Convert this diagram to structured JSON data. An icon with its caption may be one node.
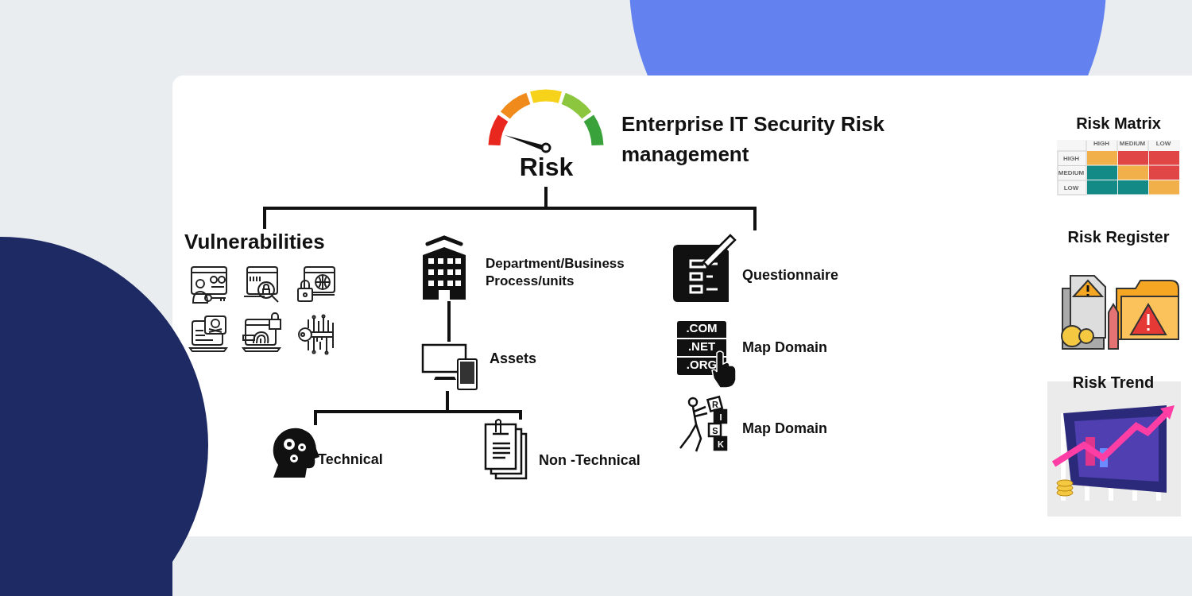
{
  "diagram": {
    "title": "Enterprise IT Security Risk management",
    "nodes": [
      {
        "text": [
          "Risk"
        ]
      },
      {
        "text": [
          "Vulnerabilities"
        ]
      },
      {
        "text": [
          "Department/Business Process/units"
        ]
      },
      {
        "text": [
          "Questionnaire"
        ]
      },
      {
        "text": [
          "Assets"
        ]
      },
      {
        "text": [
          "Technical"
        ]
      },
      {
        "text": [
          "Non -Technical"
        ]
      },
      {
        "text": [
          "Map Domain"
        ]
      },
      {
        "text": [
          "Map Domain"
        ]
      },
      {
        "text": [
          "Risk Matrix"
        ]
      },
      {
        "text": [
          "Risk Register"
        ]
      },
      {
        "text": [
          "Risk Trend"
        ]
      }
    ],
    "edges": [
      {
        "from": 0,
        "to": 1,
        "arrow": "none"
      },
      {
        "from": 0,
        "to": 3,
        "arrow": "none"
      },
      {
        "from": 2,
        "to": 4,
        "arrow": "none"
      },
      {
        "from": 4,
        "to": 5,
        "arrow": "none"
      },
      {
        "from": 4,
        "to": 6,
        "arrow": "none"
      }
    ],
    "labels": [
      "HIGH",
      "MEDIUM",
      "LOW",
      "HIGH",
      "MEDIUM",
      "LOW",
      ".COM",
      ".NET",
      ".ORG",
      "R",
      "I",
      "S",
      "K"
    ]
  }
}
